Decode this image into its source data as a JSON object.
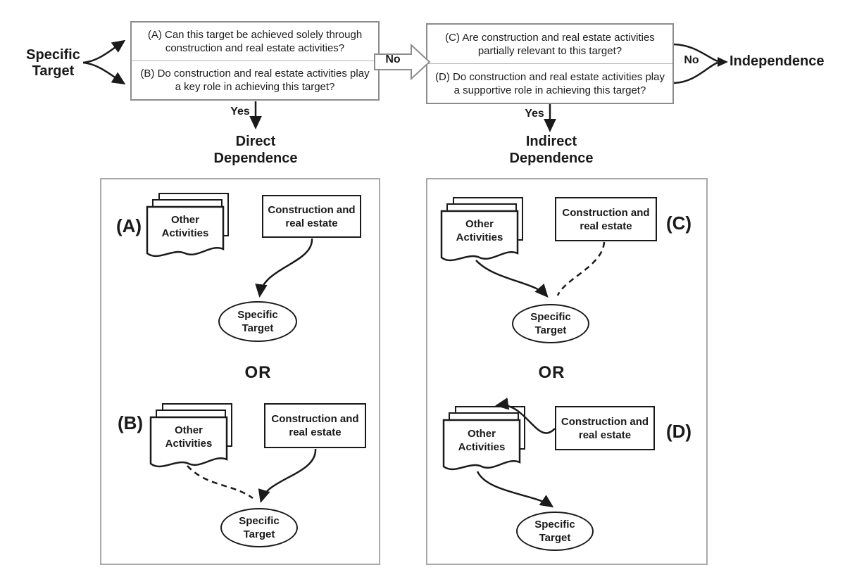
{
  "figure": {
    "source": "Specific\nTarget",
    "yes": "Yes",
    "no": "No",
    "or": "OR",
    "independence": "Independence"
  },
  "decision_boxes": {
    "direct": {
      "a": "(A) Can this target be achieved solely through\nconstruction and real estate activities?",
      "b": "(B) Do construction and real estate activities play\na key role in achieving this target?"
    },
    "indirect": {
      "c": "(C) Are construction and real estate activities\npartially relevant to this target?",
      "d": "(D) Do construction and real estate activities play\na supportive role in achieving this target?"
    }
  },
  "panels": {
    "direct": {
      "title": "Direct\nDependence",
      "scenarios": [
        {
          "tag": "(A)",
          "docs": "Other\nActivities",
          "box": "Construction and\nreal estate",
          "target": "Specific\nTarget",
          "links": "construction-and-real-estate to target: solid arrow"
        },
        {
          "tag": "(B)",
          "docs": "Other\nActivities",
          "box": "Construction and\nreal estate",
          "target": "Specific\nTarget",
          "links": "construction-and-real-estate to target: solid arrow; other activities to target: dashed arrow"
        }
      ]
    },
    "indirect": {
      "title": "Indirect\nDependence",
      "scenarios": [
        {
          "tag": "(C)",
          "docs": "Other\nActivities",
          "box": "Construction and\nreal estate",
          "target": "Specific\nTarget",
          "links": "other activities to target: solid arrow; construction-and-real-estate to target: dashed arrow"
        },
        {
          "tag": "(D)",
          "docs": "Other\nActivities",
          "box": "Construction and\nreal estate",
          "target": "Specific\nTarget",
          "links": "construction-and-real-estate to other activities: solid arrow; other activities to target: solid arrow"
        }
      ]
    }
  },
  "colors": {
    "line": "#1a1a1a",
    "question_box_border": "#8c8c8c",
    "panel_border": "#a9a9a9"
  }
}
